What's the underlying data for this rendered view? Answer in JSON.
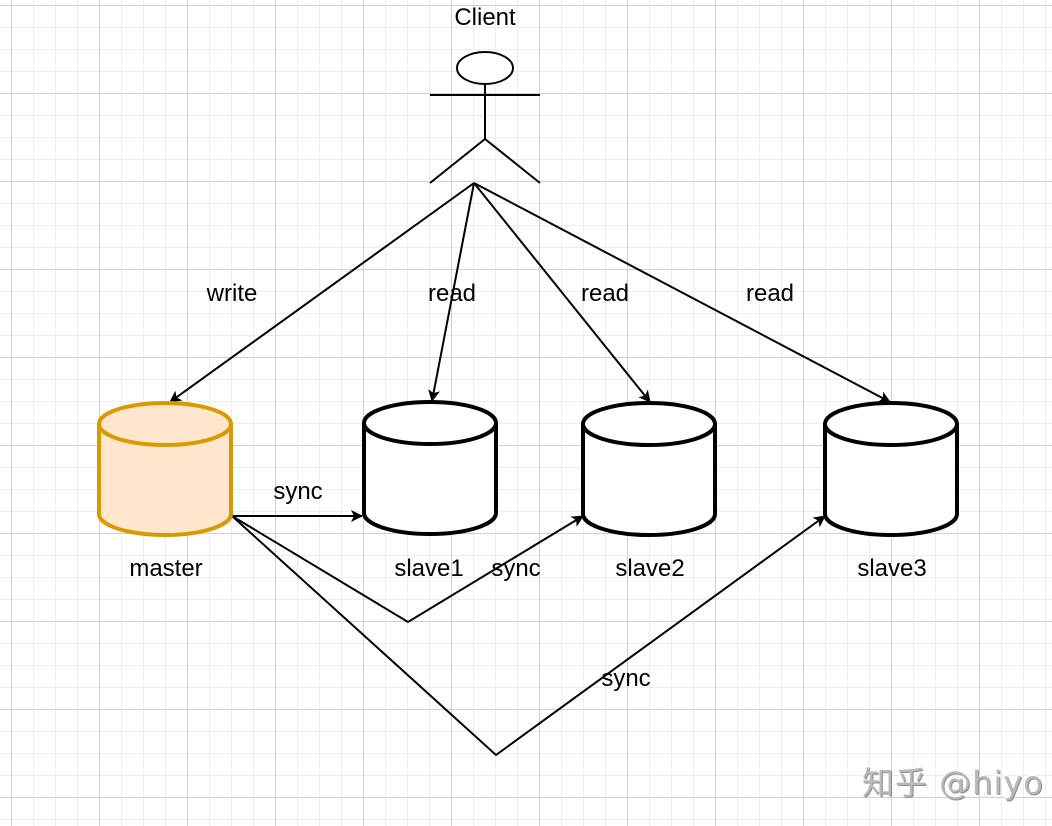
{
  "diagram": {
    "actor": {
      "label": "Client"
    },
    "nodes": [
      {
        "id": "master",
        "label": "master",
        "fill": "#FFE6CC",
        "stroke": "#D79B00"
      },
      {
        "id": "slave1",
        "label": "slave1",
        "fill": "#FFFFFF",
        "stroke": "#000000"
      },
      {
        "id": "slave2",
        "label": "slave2",
        "fill": "#FFFFFF",
        "stroke": "#000000"
      },
      {
        "id": "slave3",
        "label": "slave3",
        "fill": "#FFFFFF",
        "stroke": "#000000"
      }
    ],
    "edges": [
      {
        "from": "Client",
        "to": "master",
        "label": "write"
      },
      {
        "from": "Client",
        "to": "slave1",
        "label": "read"
      },
      {
        "from": "Client",
        "to": "slave2",
        "label": "read"
      },
      {
        "from": "Client",
        "to": "slave3",
        "label": "read"
      },
      {
        "from": "master",
        "to": "slave1",
        "label": "sync"
      },
      {
        "from": "master",
        "to": "slave2",
        "label": "sync"
      },
      {
        "from": "master",
        "to": "slave3",
        "label": "sync"
      }
    ]
  },
  "watermark": "知乎 @hiyo"
}
